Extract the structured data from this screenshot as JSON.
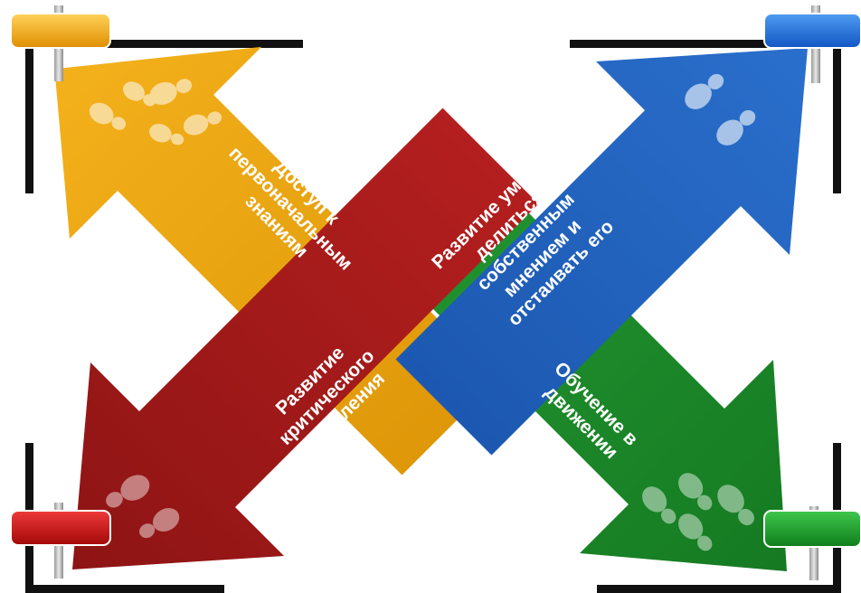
{
  "diagram": {
    "arrows": [
      {
        "id": "orange",
        "lines": [
          "Доступ к",
          "первоначальным",
          "знаниям"
        ],
        "color": "#e8a20c",
        "color_dark": "#c17d05"
      },
      {
        "id": "blue",
        "lines": [
          "Развитие умения",
          "делиться",
          "собственным",
          "мнением и",
          "отстаивать его"
        ],
        "color": "#1f5fb8",
        "color_dark": "#0f3f8c"
      },
      {
        "id": "red",
        "lines": [
          "Развитие",
          "критического",
          "мышления"
        ],
        "color": "#a31a1a",
        "color_dark": "#7a0f0f"
      },
      {
        "id": "green",
        "lines": [
          "Обучение в",
          "движении"
        ],
        "color": "#1f8a2b",
        "color_dark": "#136a1d"
      }
    ],
    "footprint_color": "#ffffff",
    "frame_color": "#111111",
    "handle_colors": {
      "orange": "#f2a60c",
      "blue": "#1d6fd6",
      "red": "#c81010",
      "green": "#1a9a28"
    }
  }
}
